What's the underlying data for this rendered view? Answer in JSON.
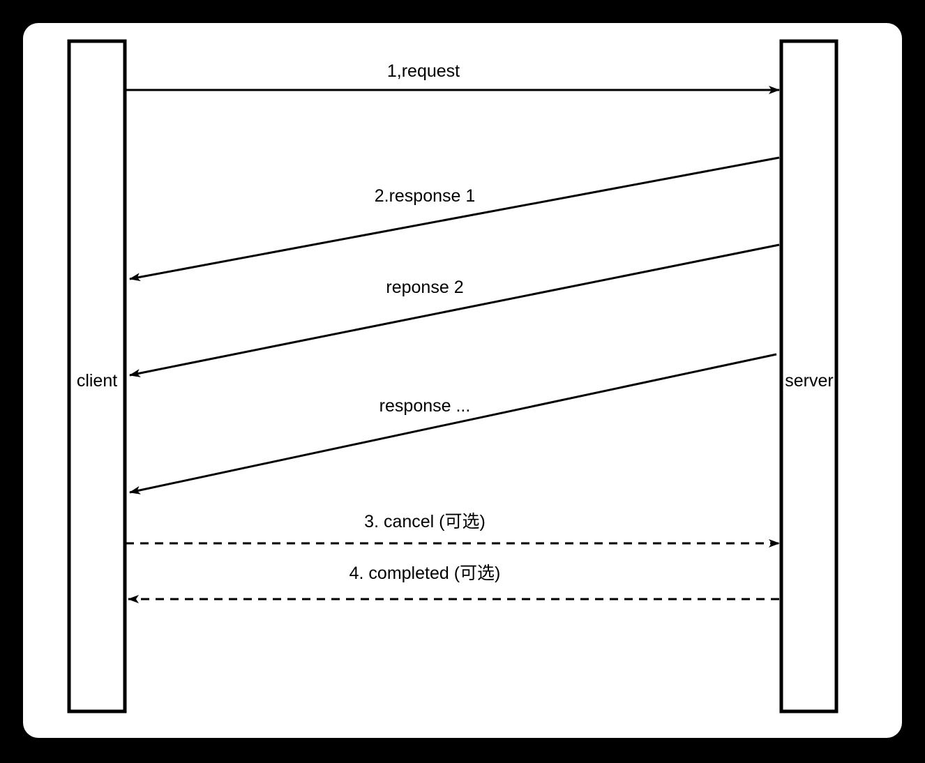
{
  "diagram": {
    "type": "sequence-diagram",
    "background_color": "#000000",
    "canvas_color": "#ffffff",
    "stroke_color": "#000000",
    "participants": [
      {
        "id": "client",
        "label": "client",
        "side": "left"
      },
      {
        "id": "server",
        "label": "server",
        "side": "right"
      }
    ],
    "messages": [
      {
        "index": 1,
        "label": "1,request",
        "from": "client",
        "to": "server",
        "style": "solid",
        "direction": "right",
        "slope": "horizontal"
      },
      {
        "index": 2,
        "label": "2.response 1",
        "from": "server",
        "to": "client",
        "style": "solid",
        "direction": "left",
        "slope": "diagonal"
      },
      {
        "index": 3,
        "label": "reponse 2",
        "from": "server",
        "to": "client",
        "style": "solid",
        "direction": "left",
        "slope": "diagonal"
      },
      {
        "index": 4,
        "label": "response ...",
        "from": "server",
        "to": "client",
        "style": "solid",
        "direction": "left",
        "slope": "diagonal"
      },
      {
        "index": 5,
        "label": "3. cancel (可选)",
        "from": "client",
        "to": "server",
        "style": "dashed",
        "direction": "right",
        "slope": "horizontal"
      },
      {
        "index": 6,
        "label": "4. completed (可选)",
        "from": "server",
        "to": "client",
        "style": "dashed",
        "direction": "left",
        "slope": "horizontal"
      }
    ]
  }
}
